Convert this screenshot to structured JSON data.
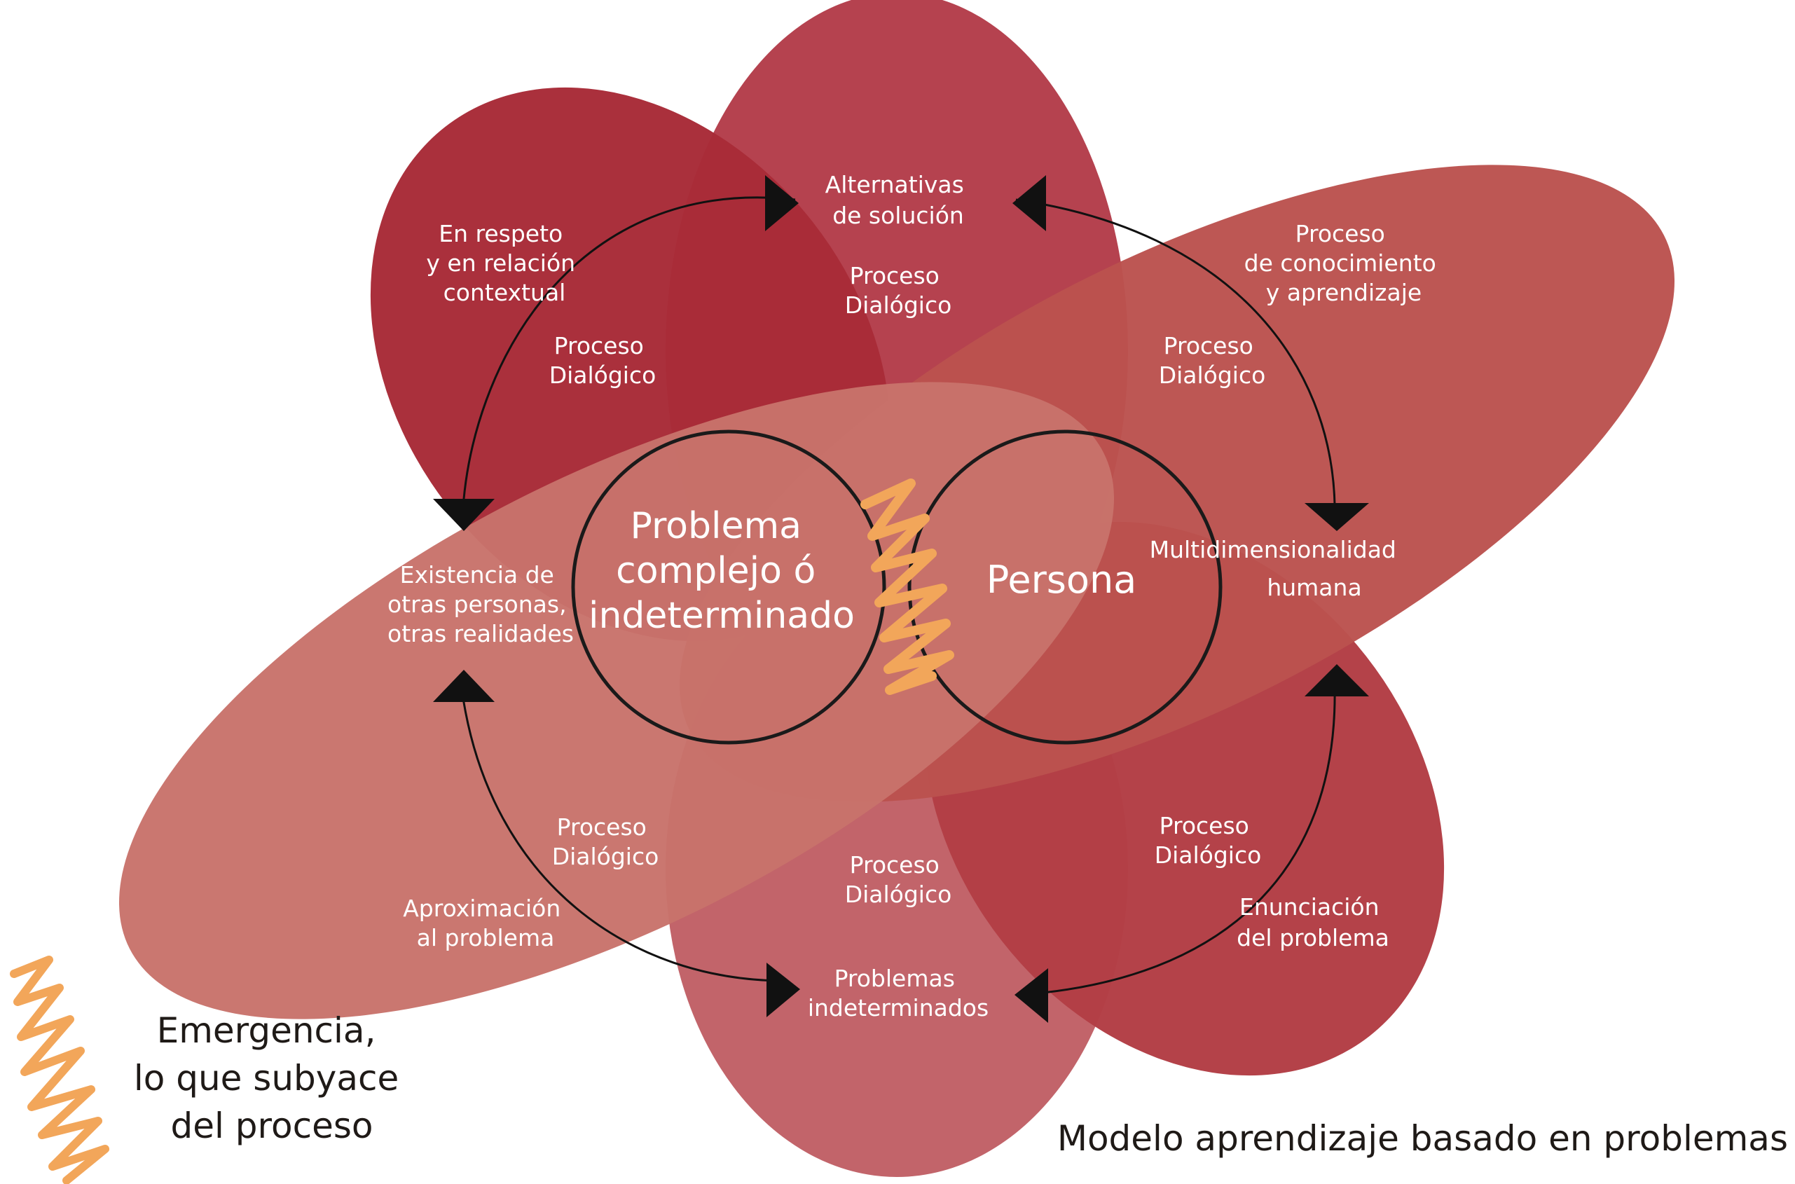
{
  "diagram": {
    "centers": {
      "left": [
        "Problema",
        "complejo ó",
        "indeterminado"
      ],
      "right": [
        "Persona"
      ]
    },
    "petals": {
      "top": {
        "title": [
          "Alternativas",
          "de solución"
        ],
        "process": [
          "Proceso",
          "Dialógico"
        ],
        "color": "#b5424f"
      },
      "upper_left": {
        "title": [
          "En respeto",
          "y en relación",
          "contextual"
        ],
        "process": [
          "Proceso",
          "Dialógico"
        ],
        "color": "#a82c38"
      },
      "upper_right": {
        "title": [
          "Proceso",
          "de conocimiento",
          "y aprendizaje"
        ],
        "process": [
          "Proceso",
          "Dialógico"
        ],
        "color": "#bb524e"
      },
      "left": {
        "title": [
          "Existencia de",
          "otras personas,",
          "otras realidades"
        ],
        "process": [
          "Proceso",
          "Dialógico"
        ],
        "color": "#c8736b"
      },
      "right": {
        "title": [
          "Multidimensionalidad",
          "humana"
        ],
        "color": "#bb524e"
      },
      "lower_left": {
        "title": [
          "Aproximación",
          "al problema"
        ],
        "color": "#c8736b"
      },
      "bottom": {
        "title": [
          "Problemas",
          "indeterminados"
        ],
        "process": [
          "Proceso",
          "Dialógico"
        ],
        "color": "#c2646a"
      },
      "lower_right": {
        "title": [
          "Enunciación",
          "del problema"
        ],
        "process": [
          "Proceso",
          "Dialógico"
        ],
        "color": "#b23e45"
      }
    },
    "accent_color": "#f2a65a"
  },
  "legend": {
    "label": [
      "Emergencia,",
      "lo que subyace",
      "del proceso"
    ]
  },
  "caption": "Modelo aprendizaje basado en problemas"
}
